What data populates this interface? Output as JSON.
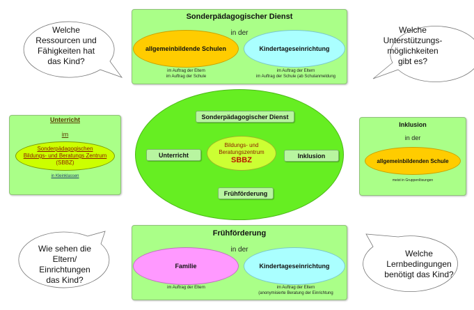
{
  "colors": {
    "panel_green": "#aaff88",
    "central_green": "#66ee22",
    "school_yellow": "#ffcc00",
    "kita_cyan": "#aaffff",
    "family_pink": "#ff99ff",
    "sbbz_yellowgreen": "#ccff33",
    "sbbz_text": "#8b1a00"
  },
  "top_panel": {
    "title": "Sonderpädagogischer Dienst",
    "connector": "in der",
    "left_ellipse": "allgemeinbildende Schulen",
    "right_ellipse": "Kindertageseinrichtung",
    "left_note": [
      "im Auftrag der Eltern",
      "im Auftrag der Schule"
    ],
    "right_note": [
      "im Auftrag der Eltern",
      "im Auftrag der Schule (ab Schulanmeldung"
    ]
  },
  "bottom_panel": {
    "title": "Frühförderung",
    "connector": "in der",
    "left_ellipse": "Familie",
    "right_ellipse": "Kindertageseinrichtung",
    "left_note": [
      "im Auftrag der Eltern"
    ],
    "right_note": [
      "im Auftrag der Eltern",
      "(anonymisierte Beratung der Einrichtung"
    ]
  },
  "left_panel": {
    "title": "Unterricht",
    "connector": "im",
    "ellipse_lines": [
      "Sonderpädagogischen",
      "Bildungs- und Beratungs Zentrum",
      "(SBBZ)"
    ],
    "note": "in Kleinklassen"
  },
  "right_panel": {
    "title": "Inklusion",
    "connector": "in der",
    "ellipse": "allgemeinbildenden Schule",
    "note": "meist in Gruppenlösungen"
  },
  "center": {
    "top_chip": "Sonderpädagogischer Dienst",
    "left_chip": "Unterricht",
    "right_chip": "Inklusion",
    "bottom_chip": "Frühförderung",
    "core_line1": "Bildungs- und",
    "core_line2": "Beratungszentrum",
    "core_line3": "SBBZ"
  },
  "bubbles": {
    "top_left": [
      "Welche",
      "Ressourcen und",
      "Fähigkeiten hat",
      "das Kind?"
    ],
    "top_right": [
      "Welche",
      "Unterstützungs-",
      "möglichkeiten",
      "gibt es?"
    ],
    "bottom_left": [
      "Wie sehen die",
      "Eltern/",
      "Einrichtungen",
      "das Kind?"
    ],
    "bottom_right": [
      "Welche",
      "Lernbedingungen",
      "benötigt das Kind?"
    ]
  }
}
